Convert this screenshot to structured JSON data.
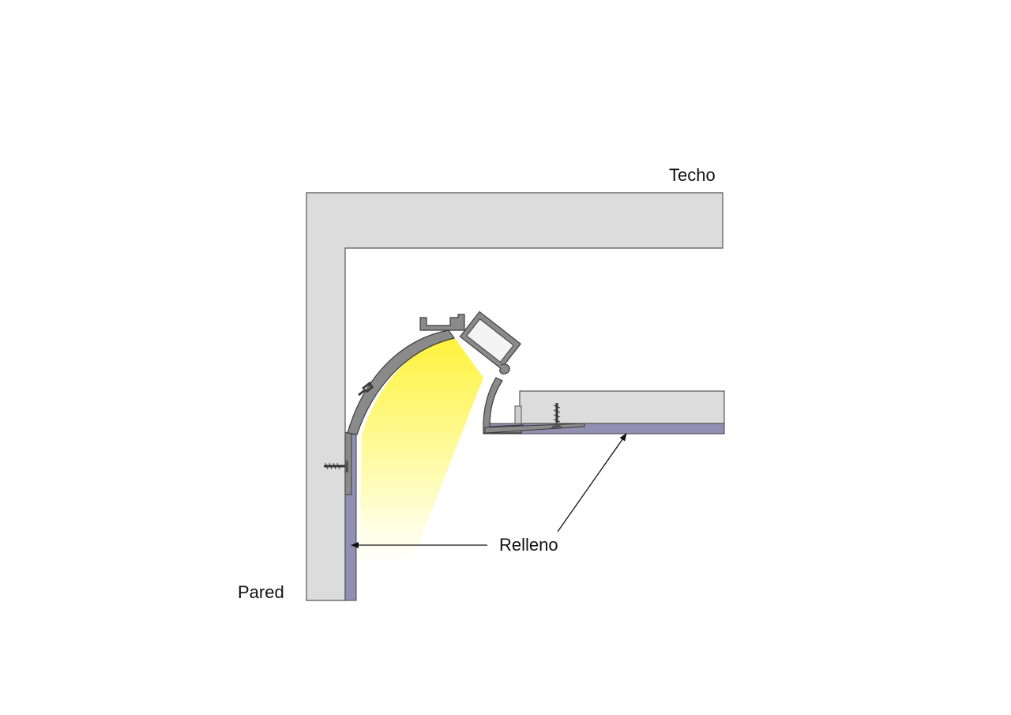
{
  "labels": {
    "ceiling": "Techo",
    "wall": "Pared",
    "filler": "Relleno"
  },
  "colors": {
    "structure_fill": "#dcdcdc",
    "structure_stroke": "#555555",
    "filler_fill": "#9290b2",
    "profile_fill": "#8a8a8a",
    "profile_stroke": "#3c3c3c",
    "light_start": "#fff23a",
    "light_end": "#ffffff",
    "arrow": "#111111"
  }
}
